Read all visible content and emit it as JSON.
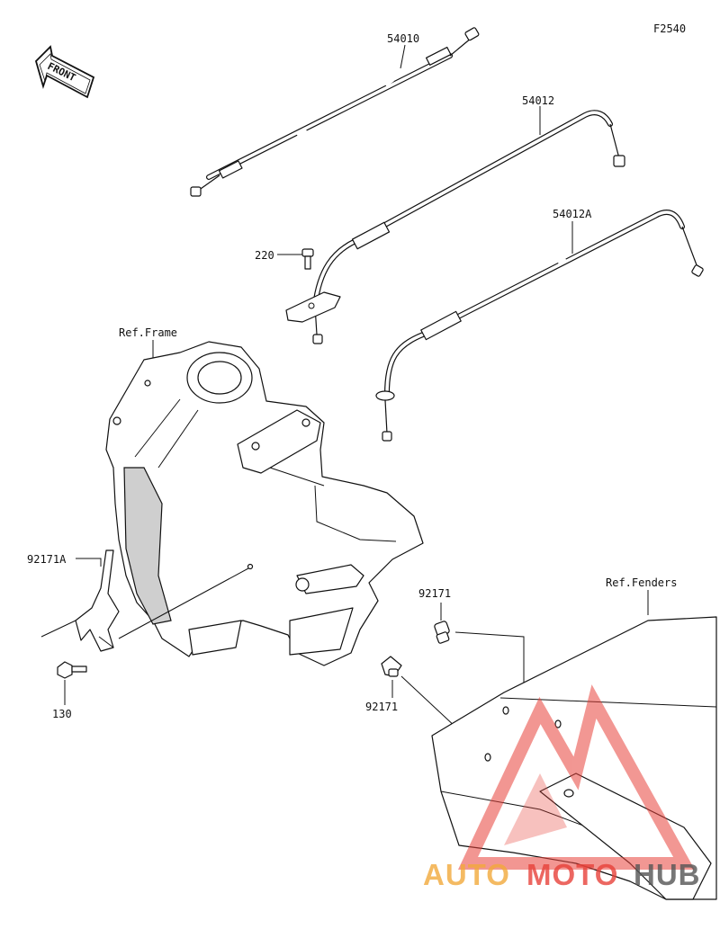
{
  "diagram_code": "F2540",
  "front_arrow_text": "FRONT",
  "labels": {
    "cable_54010": "54010",
    "cable_54012": "54012",
    "cable_54012A": "54012A",
    "screw_220": "220",
    "ref_frame": "Ref.Frame",
    "clamp_92171A": "92171A",
    "bolt_130": "130",
    "clamp_92171_top": "92171",
    "clamp_92171_bottom": "92171",
    "ref_fenders": "Ref.Fenders"
  },
  "watermark": {
    "part1": "AUTO",
    "part2": "MOTO",
    "part3": "HUB",
    "color_primary": "#f2a93b",
    "color_secondary": "#e8423a",
    "color_tertiary": "#555555",
    "logo_color": "#e8423a"
  }
}
